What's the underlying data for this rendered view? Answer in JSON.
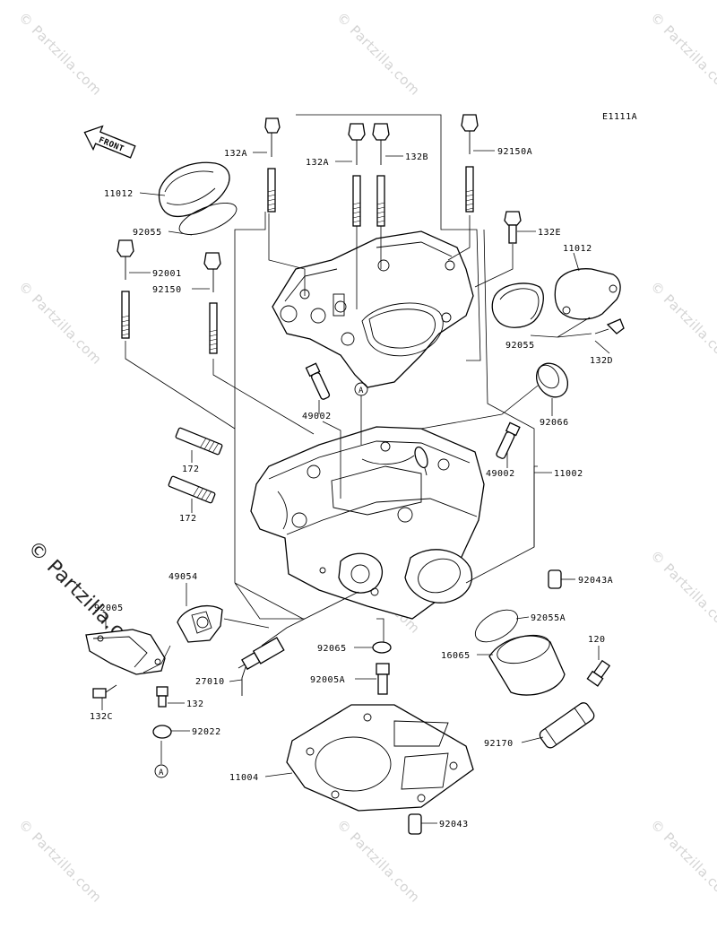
{
  "diagram": {
    "code": "E1111A",
    "front_arrow": "FRONT",
    "ref_marker": "A",
    "watermark": "© Partzilla.com",
    "callouts": [
      {
        "id": "c-132a-left",
        "text": "132A"
      },
      {
        "id": "c-132a-mid",
        "text": "132A"
      },
      {
        "id": "c-132b",
        "text": "132B"
      },
      {
        "id": "c-92150a",
        "text": "92150A"
      },
      {
        "id": "c-11012-left",
        "text": "11012"
      },
      {
        "id": "c-92055-top",
        "text": "92055"
      },
      {
        "id": "c-92001",
        "text": "92001"
      },
      {
        "id": "c-92150",
        "text": "92150"
      },
      {
        "id": "c-132e",
        "text": "132E"
      },
      {
        "id": "c-11012-right",
        "text": "11012"
      },
      {
        "id": "c-92055-right",
        "text": "92055"
      },
      {
        "id": "c-132d",
        "text": "132D"
      },
      {
        "id": "c-49002-left",
        "text": "49002"
      },
      {
        "id": "c-92066",
        "text": "92066"
      },
      {
        "id": "c-49002-right",
        "text": "49002"
      },
      {
        "id": "c-11002",
        "text": "11002"
      },
      {
        "id": "c-172-top",
        "text": "172"
      },
      {
        "id": "c-172-bottom",
        "text": "172"
      },
      {
        "id": "c-49054",
        "text": "49054"
      },
      {
        "id": "c-92043a",
        "text": "92043A"
      },
      {
        "id": "c-92005",
        "text": "92005"
      },
      {
        "id": "c-92055a",
        "text": "92055A"
      },
      {
        "id": "c-92065",
        "text": "92065"
      },
      {
        "id": "c-16065",
        "text": "16065"
      },
      {
        "id": "c-120",
        "text": "120"
      },
      {
        "id": "c-27010",
        "text": "27010"
      },
      {
        "id": "c-92005a",
        "text": "92005A"
      },
      {
        "id": "c-132",
        "text": "132"
      },
      {
        "id": "c-132c",
        "text": "132C"
      },
      {
        "id": "c-92022",
        "text": "92022"
      },
      {
        "id": "c-92170",
        "text": "92170"
      },
      {
        "id": "c-11004",
        "text": "11004"
      },
      {
        "id": "c-92043",
        "text": "92043"
      }
    ]
  }
}
